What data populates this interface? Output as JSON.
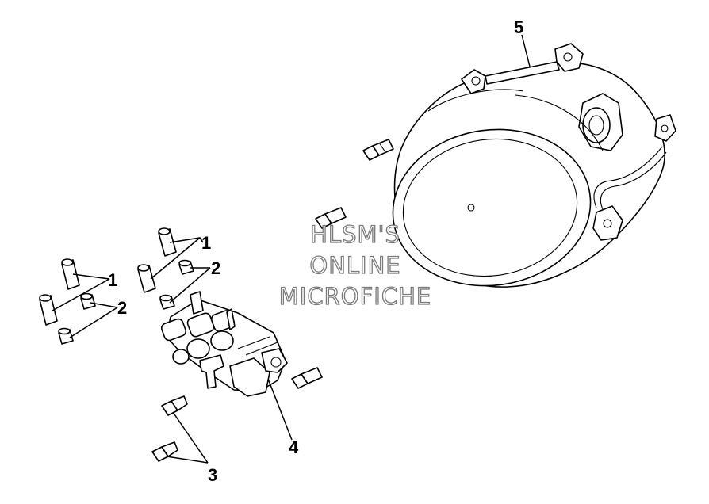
{
  "callouts": {
    "c1a": "1",
    "c2a": "2",
    "c1b": "1",
    "c2b": "2",
    "c3": "3",
    "c4": "4",
    "c5": "5"
  },
  "watermark": {
    "line1": "HLSM'S",
    "line2": "ONLINE",
    "line3": "MICROFICHE"
  }
}
